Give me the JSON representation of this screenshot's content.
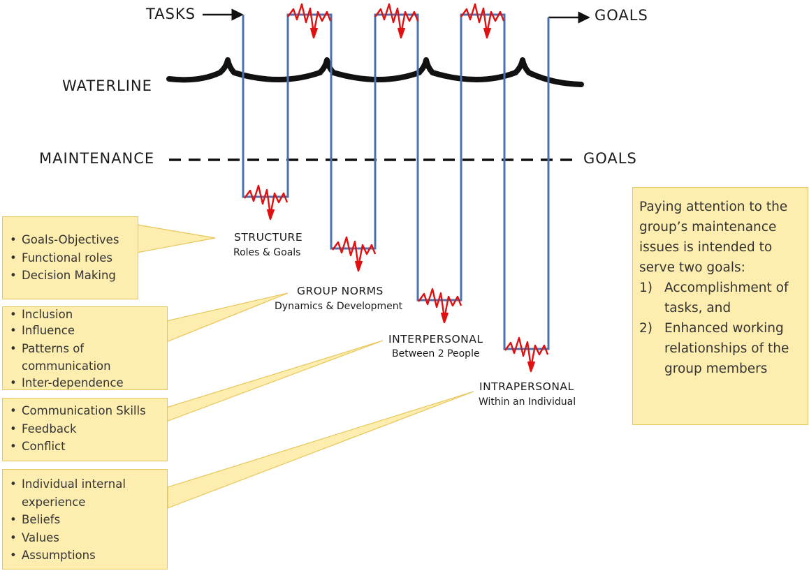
{
  "labels": {
    "tasks": "TASKS",
    "goals_top": "GOALS",
    "waterline": "WATERLINE",
    "maintenance": "MAINTENANCE",
    "goals_bottom": "GOALS"
  },
  "layers": [
    {
      "title": "STRUCTURE",
      "subtitle": "Roles & Goals"
    },
    {
      "title": "GROUP NORMS",
      "subtitle": "Dynamics & Development"
    },
    {
      "title": "INTERPERSONAL",
      "subtitle": "Between 2 People"
    },
    {
      "title": "INTRAPERSONAL",
      "subtitle": "Within an Individual"
    }
  ],
  "callouts": [
    {
      "items": [
        "Goals-Objectives",
        "Functional roles",
        "Decision Making"
      ]
    },
    {
      "items": [
        "Inclusion",
        "Influence",
        "Patterns of communication",
        "Inter-dependence"
      ]
    },
    {
      "items": [
        "Communication Skills",
        "Feedback",
        "Conflict"
      ]
    },
    {
      "items": [
        "Individual internal experience",
        "Beliefs",
        "Values",
        "Assumptions"
      ]
    }
  ],
  "note": {
    "intro": "Paying attention to the group’s maintenance issues is intended to serve two goals:",
    "points": [
      {
        "num": "1)",
        "text": "Accomplishment of tasks, and"
      },
      {
        "num": "2)",
        "text": "Enhanced working relationships of the group members"
      }
    ]
  },
  "colors": {
    "flow_line": "#4a72b0",
    "spark": "#e01010",
    "callout_fill": "#fdeeb0",
    "callout_border": "#e7c65a",
    "ink": "#111111"
  },
  "icons": [
    "arrow-right-icon",
    "zigzag-spark-icon"
  ]
}
